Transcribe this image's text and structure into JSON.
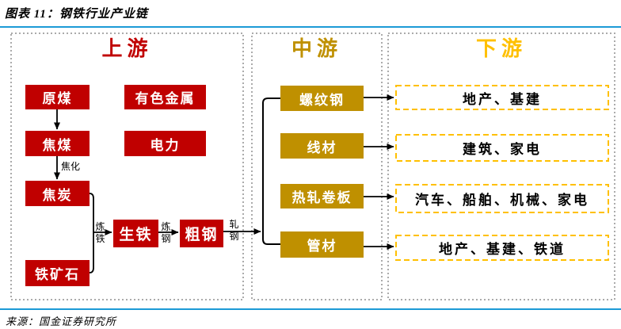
{
  "figure": {
    "title": "图表 11：钢铁行业产业链",
    "source": "来源：国金证券研究所"
  },
  "sections": {
    "upstream": {
      "title": "上游"
    },
    "midstream": {
      "title": "中游"
    },
    "downstream": {
      "title": "下游"
    }
  },
  "nodes": {
    "raw_coal": "原煤",
    "nonferrous_metal": "有色金属",
    "coking_coal": "焦煤",
    "electric_power": "电力",
    "coke": "焦炭",
    "iron_ore": "铁矿石",
    "pig_iron": "生铁",
    "crude_steel": "粗钢",
    "rebar": "螺纹钢",
    "wire_rod": "线材",
    "hot_rolled_coil": "热轧卷板",
    "pipe": "管材",
    "downstream_1": "地产、基建",
    "downstream_2": "建筑、家电",
    "downstream_3": "汽车、船舶、机械、家电",
    "downstream_4": "地产、基建、铁道"
  },
  "process_labels": {
    "coking": "焦化",
    "iron_making": "炼铁",
    "steel_making": "炼钢",
    "steel_rolling": "轧钢"
  },
  "colors": {
    "box_red": "#C00000",
    "box_dark_gold": "#BF9000",
    "downstream_yellow": "#FFC000",
    "rule_blue": "#1C9AD6",
    "panel_border_grey": "#ABABAB",
    "arrow_black": "#000000"
  }
}
